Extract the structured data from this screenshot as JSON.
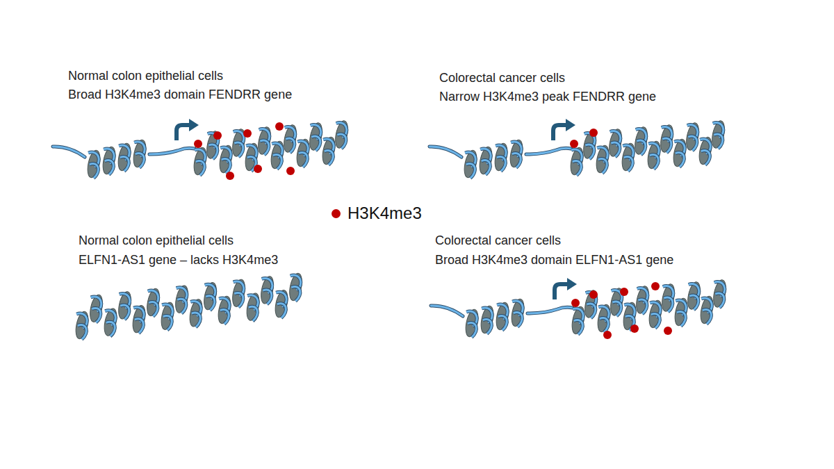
{
  "diagram": {
    "labels": [
      "Normal colon epithelial cells",
      "Broad H3K4me3 domain FENDRR gene",
      "Colorectal cancer cells",
      "Narrow H3K4me3 peak FENDRR gene",
      "Normal colon epithelial cells",
      "ELFN1-AS1 gene – lacks H3K4me3",
      "Colorectal cancer cells",
      "Broad H3K4me3 domain ELFN1-AS1 gene"
    ],
    "legend": [
      {
        "text": "H3K4me3",
        "color": "#c00000"
      }
    ]
  }
}
